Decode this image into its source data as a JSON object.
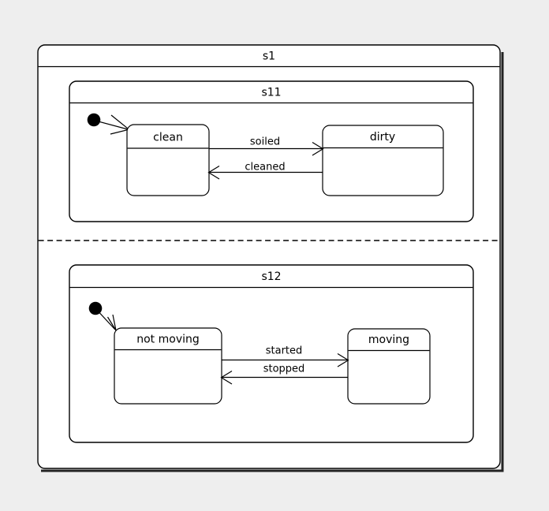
{
  "diagram": {
    "type": "uml-state-machine",
    "background_color": "#eeeeee",
    "surface_color": "#ffffff",
    "line_color": "#000000",
    "root": {
      "name": "s1",
      "orthogonal": true,
      "separator": "dashed-horizontal"
    },
    "regions": [
      {
        "name": "s11",
        "initial": {
          "target": "clean"
        },
        "states": [
          {
            "name": "clean"
          },
          {
            "name": "dirty"
          }
        ],
        "transitions": [
          {
            "label": "soiled",
            "from": "clean",
            "to": "dirty",
            "direction": "right"
          },
          {
            "label": "cleaned",
            "from": "dirty",
            "to": "clean",
            "direction": "left"
          }
        ]
      },
      {
        "name": "s12",
        "initial": {
          "target": "not moving"
        },
        "states": [
          {
            "name": "not moving"
          },
          {
            "name": "moving"
          }
        ],
        "transitions": [
          {
            "label": "started",
            "from": "not moving",
            "to": "moving",
            "direction": "right"
          },
          {
            "label": "stopped",
            "from": "moving",
            "to": "not moving",
            "direction": "left"
          }
        ]
      }
    ]
  },
  "labels": {
    "s1": "s1",
    "s11": "s11",
    "s12": "s12",
    "clean": "clean",
    "dirty": "dirty",
    "not_moving": "not moving",
    "moving": "moving",
    "soiled": "soiled",
    "cleaned": "cleaned",
    "started": "started",
    "stopped": "stopped"
  },
  "icons": {
    "initial_state_s11": "initial-state-dot-icon",
    "initial_state_s12": "initial-state-dot-icon"
  }
}
